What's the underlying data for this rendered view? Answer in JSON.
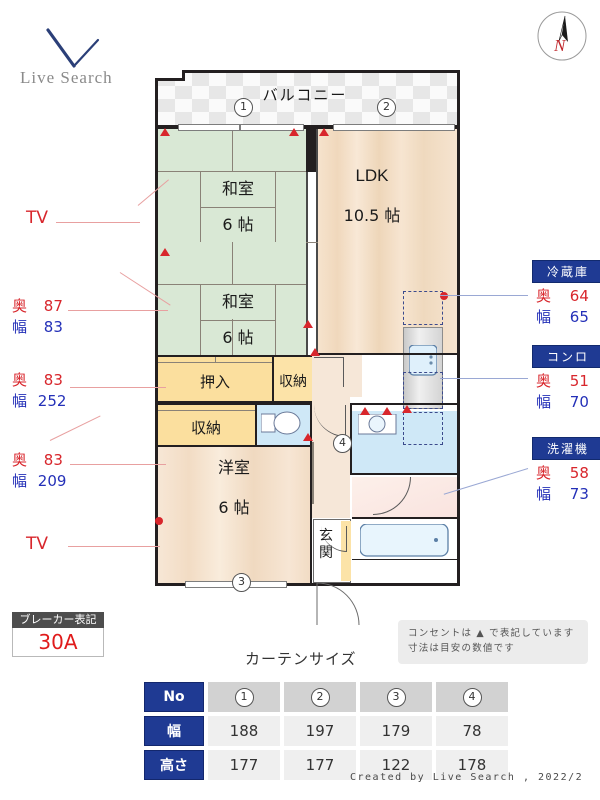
{
  "logo": {
    "name": "Live Search"
  },
  "compass": {
    "label": "N"
  },
  "plan": {
    "balcony": "バルコニー",
    "rooms": [
      {
        "name": "和室",
        "size": "6 帖"
      },
      {
        "name": "和室",
        "size": "6 帖"
      },
      {
        "name": "LDK",
        "size": "10.5 帖"
      },
      {
        "name": "洋室",
        "size": "6 帖"
      }
    ],
    "storage": {
      "oshiire": "押入",
      "shuno_top": "収納",
      "shuno_bottom": "収納"
    },
    "entrance": "玄関",
    "markers": [
      "1",
      "2",
      "3",
      "4"
    ]
  },
  "dimensions_left": [
    {
      "depth_label": "奥",
      "depth": "87",
      "width_label": "幅",
      "width": "83"
    },
    {
      "depth_label": "奥",
      "depth": "83",
      "width_label": "幅",
      "width": "252"
    },
    {
      "depth_label": "奥",
      "depth": "83",
      "width_label": "幅",
      "width": "209"
    }
  ],
  "appliances": [
    {
      "title": "冷蔵庫",
      "depth_label": "奥",
      "depth": "64",
      "width_label": "幅",
      "width": "65"
    },
    {
      "title": "コンロ",
      "depth_label": "奥",
      "depth": "51",
      "width_label": "幅",
      "width": "70"
    },
    {
      "title": "洗濯機",
      "depth_label": "奥",
      "depth": "58",
      "width_label": "幅",
      "width": "73"
    }
  ],
  "tv_labels": {
    "top": "TV",
    "bottom": "TV"
  },
  "breaker": {
    "title": "ブレーカー表記",
    "value": "30A"
  },
  "notes": {
    "line1": "コンセントは ▲ で表記しています",
    "line2": "寸法は目安の数値です"
  },
  "curtain": {
    "title": "カーテンサイズ",
    "row_headers": [
      "No",
      "幅",
      "高さ"
    ],
    "columns": [
      "1",
      "2",
      "3",
      "4"
    ],
    "width": [
      "188",
      "197",
      "179",
      "78"
    ],
    "height": [
      "177",
      "177",
      "122",
      "178"
    ]
  },
  "footer": "Created by Live Search , 2022/2",
  "colors": {
    "brand_navy": "#1f3a93",
    "depth_red": "#d8262c",
    "width_blue": "#2430b8",
    "tatami_green": "#d9e8d5",
    "wood_beige": "#f4e0c8",
    "storage_yellow": "#fbdf9e",
    "water_blue": "#cfe8f7",
    "breaker_red": "#e01b1b"
  }
}
